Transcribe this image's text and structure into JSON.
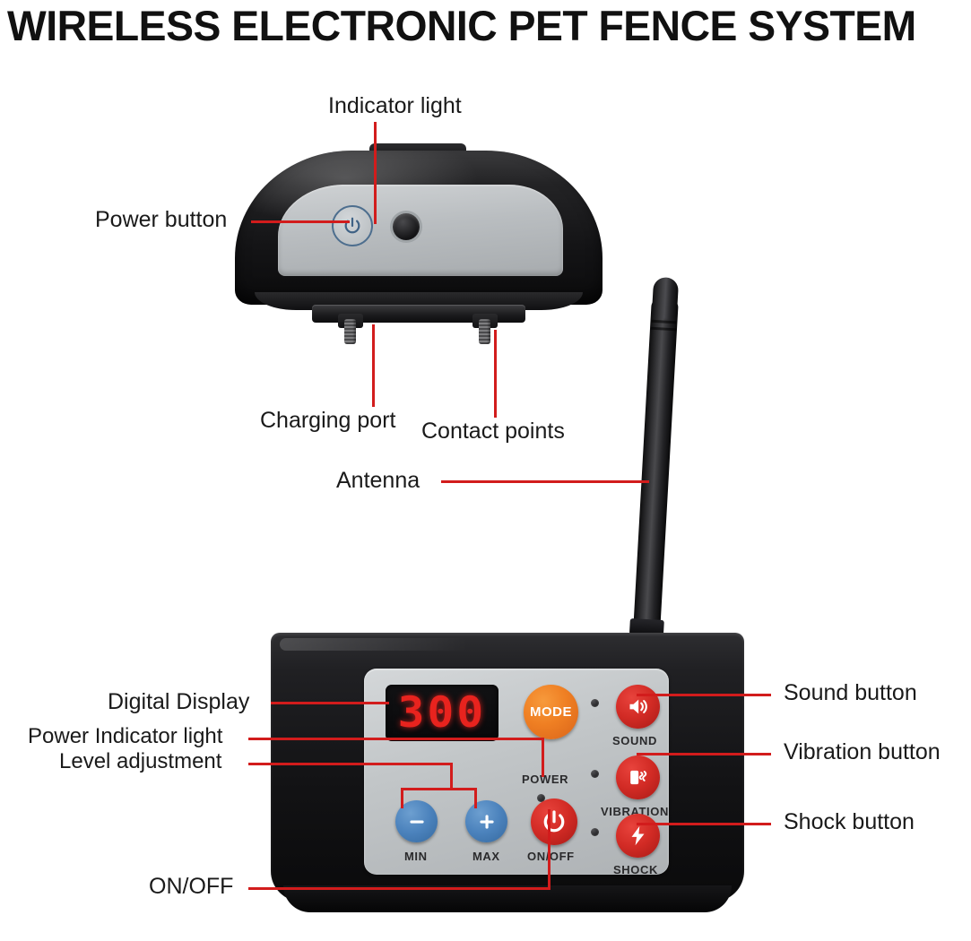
{
  "title": "WIRELESS ELECTRONIC PET FENCE SYSTEM",
  "colors": {
    "leader_red": "#d21c1c",
    "lcd_red": "#e8231e",
    "mode_orange": "#ef7f23",
    "action_red": "#d22b25",
    "level_blue": "#4c83bd",
    "panel_gray": "#c2c6c8",
    "body_black": "#131315"
  },
  "callouts": {
    "indicator_light": "Indicator light",
    "power_button": "Power button",
    "charging_port": "Charging port",
    "contact_points": "Contact points",
    "antenna": "Antenna",
    "digital_display": "Digital Display",
    "power_indicator_light": "Power Indicator light",
    "level_adjustment": "Level adjustment",
    "on_off": "ON/OFF",
    "sound_button": "Sound button",
    "vibration_button": "Vibration button",
    "shock_button": "Shock button"
  },
  "collar": {
    "power_icon": "power-icon",
    "indicator_icon": "led-indicator-icon"
  },
  "transmitter": {
    "display_value": "300",
    "mode_label": "MODE",
    "power_label": "POWER",
    "min_label": "MIN",
    "max_label": "MAX",
    "onoff_label": "ON/OFF",
    "sound_label": "SOUND",
    "vibration_label": "VIBRATION",
    "shock_label": "SHOCK",
    "icons": {
      "sound": "speaker-icon",
      "vibration": "vibration-icon",
      "shock": "lightning-bolt-icon",
      "min": "minus-icon",
      "max": "plus-icon",
      "onoff": "power-icon"
    }
  }
}
